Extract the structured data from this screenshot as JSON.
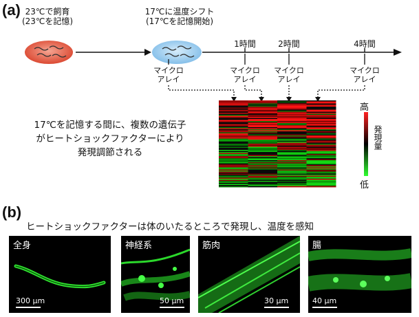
{
  "panel_a": {
    "label": "(a)",
    "stage1": {
      "line1": "23℃で飼育",
      "line2": "(23℃を記憶)"
    },
    "stage2": {
      "line1": "17℃に温度シフト",
      "line2": "(17℃を記憶開始)"
    },
    "timepoints": [
      "1時間",
      "2時間",
      "4時間"
    ],
    "microarray_label": {
      "line1": "マイクロ",
      "line2": "アレイ"
    },
    "note": [
      "17℃を記憶する間に、複数の遺伝子",
      "がヒートショックファクターにより",
      "発現調節される"
    ],
    "colorbar": {
      "high": "高",
      "title": "発現量",
      "low": "低",
      "high_color": "#ff2020",
      "mid_color": "#000000",
      "low_color": "#30ff30"
    }
  },
  "panel_b": {
    "label": "(b)",
    "caption": "ヒートショックファクターは体のいたるところで発現し、温度を感知",
    "images": [
      {
        "label": "全身",
        "scale": "300 μm"
      },
      {
        "label": "神経系",
        "scale": "50 μm"
      },
      {
        "label": "筋肉",
        "scale": "30 μm"
      },
      {
        "label": "腸",
        "scale": "40 μm"
      }
    ]
  },
  "colors": {
    "gfp_green": "#35ff35",
    "cell_warm": "#e2553d",
    "cell_cool": "#8ec8ef"
  }
}
